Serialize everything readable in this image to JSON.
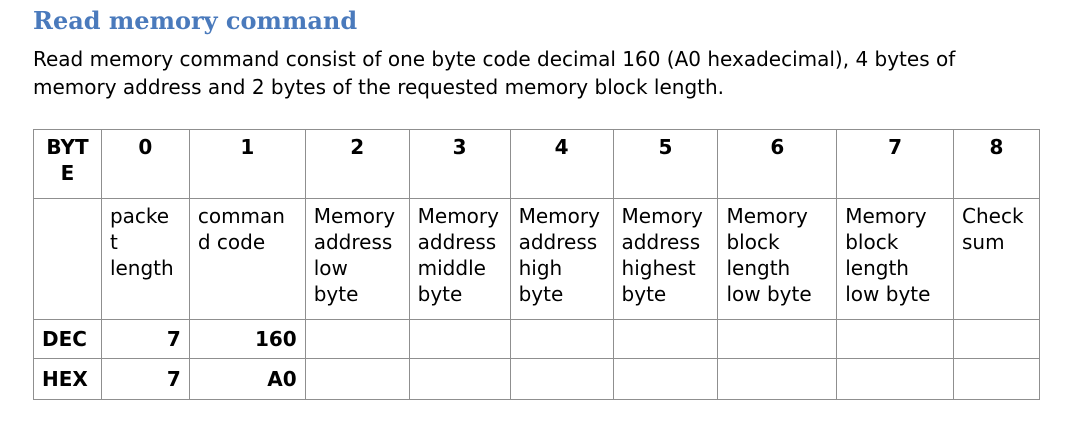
{
  "doc": {
    "heading": "Read memory command",
    "paragraph": "Read memory command consist of one byte code decimal 160 (A0 hexadecimal), 4 bytes of\nmemory address and 2 bytes of the requested memory block length."
  },
  "colors": {
    "heading": "#4a7abc",
    "border": "#8f8f8f",
    "text": "#000000",
    "background": "#ffffff"
  },
  "table": {
    "header": [
      "BYT\nE",
      "0",
      "1",
      "2",
      "3",
      "4",
      "5",
      "6",
      "7",
      "8"
    ],
    "descriptions": [
      "",
      "packe\nt\nlength",
      "comman\nd code",
      "Memory\naddress\nlow\nbyte",
      "Memory\naddress\nmiddle\nbyte",
      "Memory\naddress\nhigh\nbyte",
      "Memory\naddress\nhighest\nbyte",
      "Memory\nblock\nlength\nlow byte",
      "Memory\nblock\nlength\nlow byte",
      "Check\nsum"
    ],
    "rows": [
      {
        "label": "DEC",
        "values": [
          "7",
          "160",
          "",
          "",
          "",
          "",
          "",
          "",
          ""
        ]
      },
      {
        "label": "HEX",
        "values": [
          "7",
          "A0",
          "",
          "",
          "",
          "",
          "",
          "",
          ""
        ]
      }
    ]
  }
}
